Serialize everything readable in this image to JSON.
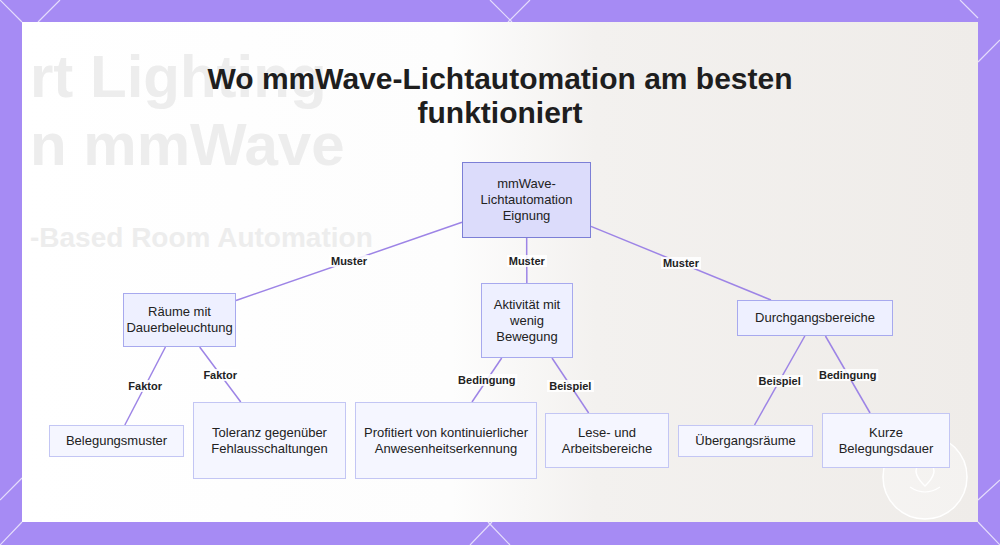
{
  "diagram": {
    "title": "Wo mmWave-Lichtautomation am besten funktioniert",
    "nodes": [
      {
        "text": [
          "mmWave-Lichtautomation Eignung"
        ]
      },
      {
        "text": [
          "Räume mit Dauerbeleuchtung"
        ]
      },
      {
        "text": [
          "Aktivität mit wenig Bewegung"
        ]
      },
      {
        "text": [
          "Durchgangsbereiche"
        ]
      },
      {
        "text": [
          "Belegungsmuster"
        ]
      },
      {
        "text": [
          "Toleranz gegenüber Fehlausschaltungen"
        ]
      },
      {
        "text": [
          "Profitiert von kontinuierlicher Anwesenheitserkennung"
        ]
      },
      {
        "text": [
          "Lese- und Arbeitsbereiche"
        ]
      },
      {
        "text": [
          "Übergangsräume"
        ]
      },
      {
        "text": [
          "Kurze Belegungsdauer"
        ]
      }
    ],
    "edges": [
      {
        "from": 0,
        "to": 1,
        "label": "Muster",
        "arrow": "none"
      },
      {
        "from": 0,
        "to": 2,
        "label": "Muster",
        "arrow": "none"
      },
      {
        "from": 0,
        "to": 3,
        "label": "Muster",
        "arrow": "none"
      },
      {
        "from": 1,
        "to": 4,
        "label": "Faktor",
        "arrow": "none"
      },
      {
        "from": 1,
        "to": 5,
        "label": "Faktor",
        "arrow": "none"
      },
      {
        "from": 2,
        "to": 6,
        "label": "Bedingung",
        "arrow": "none"
      },
      {
        "from": 2,
        "to": 7,
        "label": "Beispiel",
        "arrow": "none"
      },
      {
        "from": 3,
        "to": 8,
        "label": "Beispiel",
        "arrow": "none"
      },
      {
        "from": 3,
        "to": 9,
        "label": "Bedingung",
        "arrow": "none"
      }
    ],
    "labels": [
      "rt Lighting",
      "n mmWave",
      "-Based Room Automation"
    ]
  }
}
